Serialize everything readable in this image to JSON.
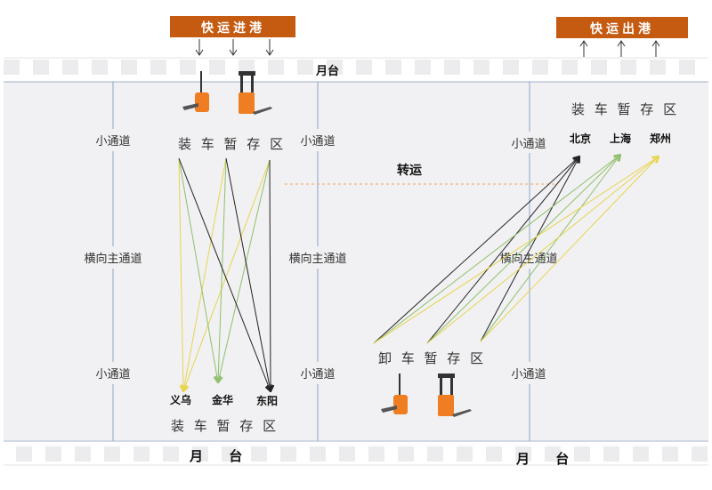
{
  "banners": {
    "inbound": "快运进港",
    "outbound": "快运出港"
  },
  "dock": {
    "top": "月台",
    "bottom_left": "月 台",
    "bottom_right": "月 台"
  },
  "aisles": {
    "small": "小通道",
    "main": "横向主通道"
  },
  "zones": {
    "loading_left": "装 车 暂 存 区",
    "loading_left_bottom": "装 车 暂 存 区",
    "loading_right": "装 车 暂 存 区",
    "unloading": "卸 车 暂 存 区"
  },
  "transfer": "转运",
  "cities_left": [
    "义乌",
    "金华",
    "东阳"
  ],
  "cities_right": [
    "北京",
    "上海",
    "郑州"
  ],
  "colors": {
    "banner": "#c55a11",
    "yellow": "#e8d44d",
    "green": "#8fbf6a",
    "black": "#222222",
    "dash": "#f4a460",
    "aisle": "#8fa3c7",
    "floor": "#f1f1f3",
    "forklift": "#ef7d22"
  }
}
